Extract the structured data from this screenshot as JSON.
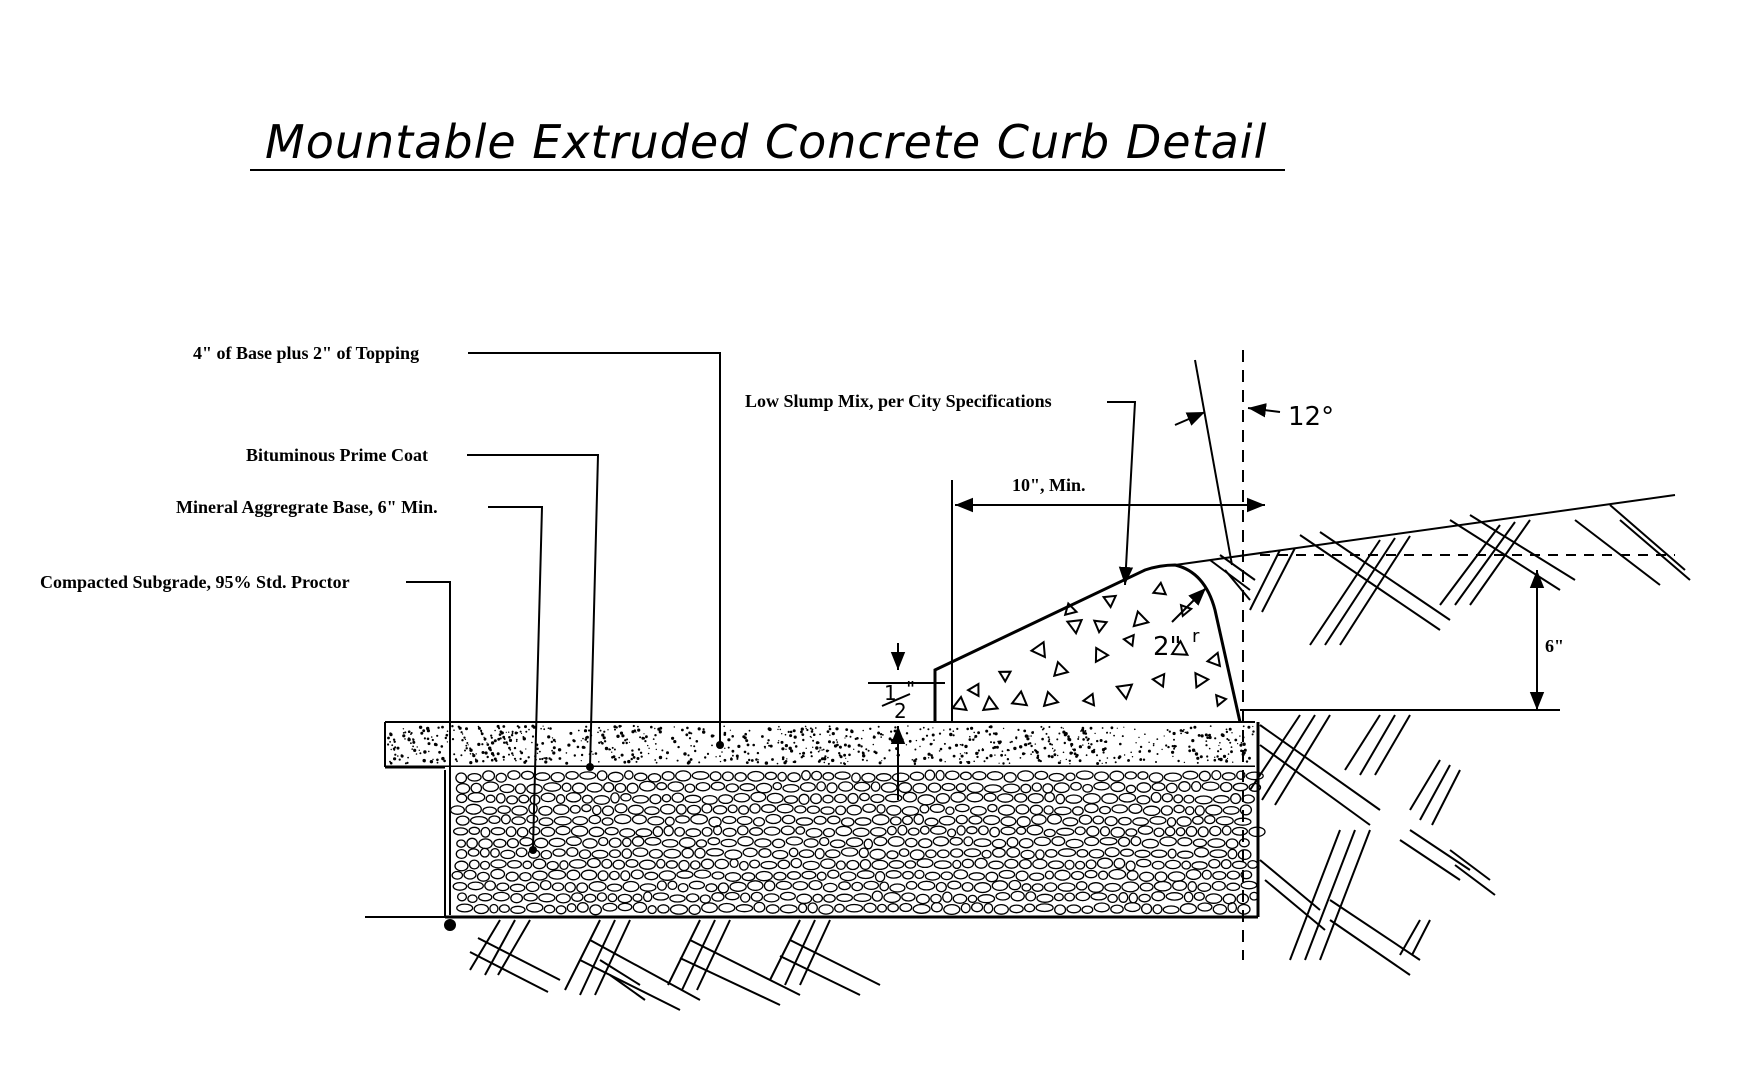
{
  "title": "Mountable Extruded Concrete Curb Detail",
  "labels": {
    "base_topping": "4\" of Base plus 2\" of Topping",
    "prime_coat": "Bituminous Prime Coat",
    "aggregate_base": "Mineral Aggregrate Base, 6\" Min.",
    "subgrade": "Compacted Subgrade, 95% Std. Proctor",
    "low_slump": "Low Slump Mix, per City Specifications"
  },
  "dimensions": {
    "width": "10\", Min.",
    "angle": "12°",
    "height": "6\"",
    "radius": "2\"",
    "radius_suffix": "r",
    "lip_num": "1",
    "lip_den": "2",
    "lip_mark": "\""
  }
}
